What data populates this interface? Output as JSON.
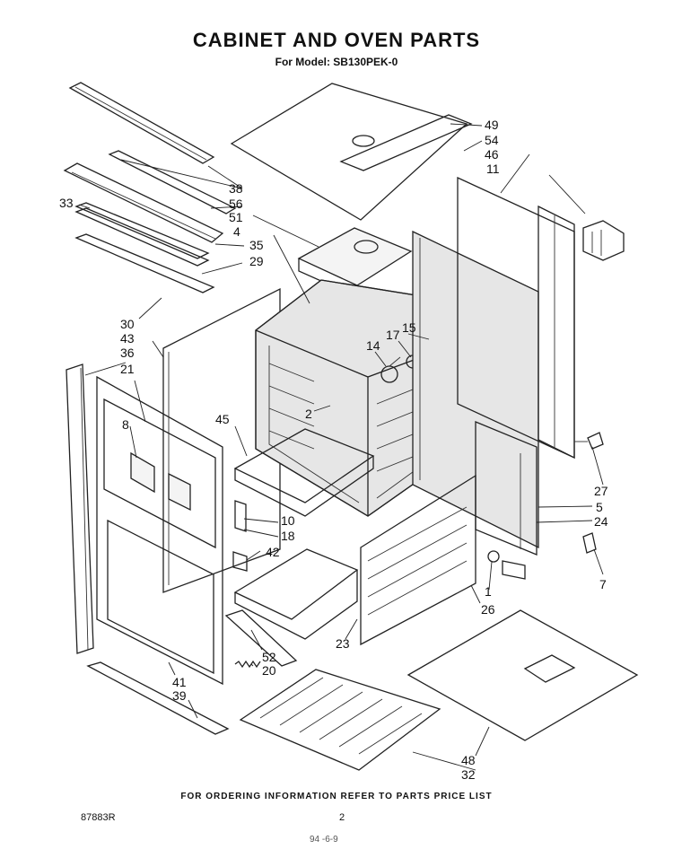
{
  "header": {
    "title": "CABINET AND OVEN PARTS",
    "subtitle": "For Model: SB130PEK-0"
  },
  "footer": {
    "ordering_note": "FOR ORDERING INFORMATION REFER TO PARTS PRICE LIST",
    "doc_number": "87883R",
    "page_number": "2",
    "stamp": "94 -6-9"
  },
  "callouts": [
    "49",
    "54",
    "46",
    "11",
    "38",
    "56",
    "51",
    "4",
    "33",
    "35",
    "29",
    "30",
    "43",
    "36",
    "21",
    "17",
    "15",
    "14",
    "8",
    "2",
    "45",
    "10",
    "18",
    "42",
    "27",
    "5",
    "24",
    "7",
    "1",
    "26",
    "23",
    "52",
    "20",
    "41",
    "39",
    "48",
    "32"
  ]
}
